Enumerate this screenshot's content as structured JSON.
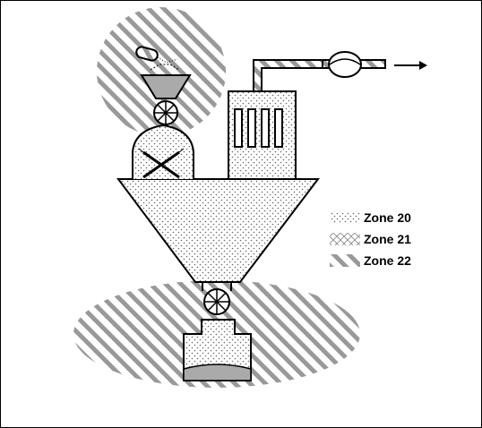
{
  "legend": {
    "items": [
      {
        "label": "Zone 20",
        "pattern": "dots"
      },
      {
        "label": "Zone 21",
        "pattern": "crosshatch"
      },
      {
        "label": "Zone 22",
        "pattern": "diagonal-hatch"
      }
    ]
  },
  "colors": {
    "line": "#000000",
    "hatch": "#999999",
    "dots": "#666666",
    "powder": "#aaaaaa",
    "background": "#ffffff"
  },
  "icons": [
    "arrow-right-icon",
    "fan-icon",
    "rotary-valve-icon",
    "mixer-cross-icon"
  ]
}
